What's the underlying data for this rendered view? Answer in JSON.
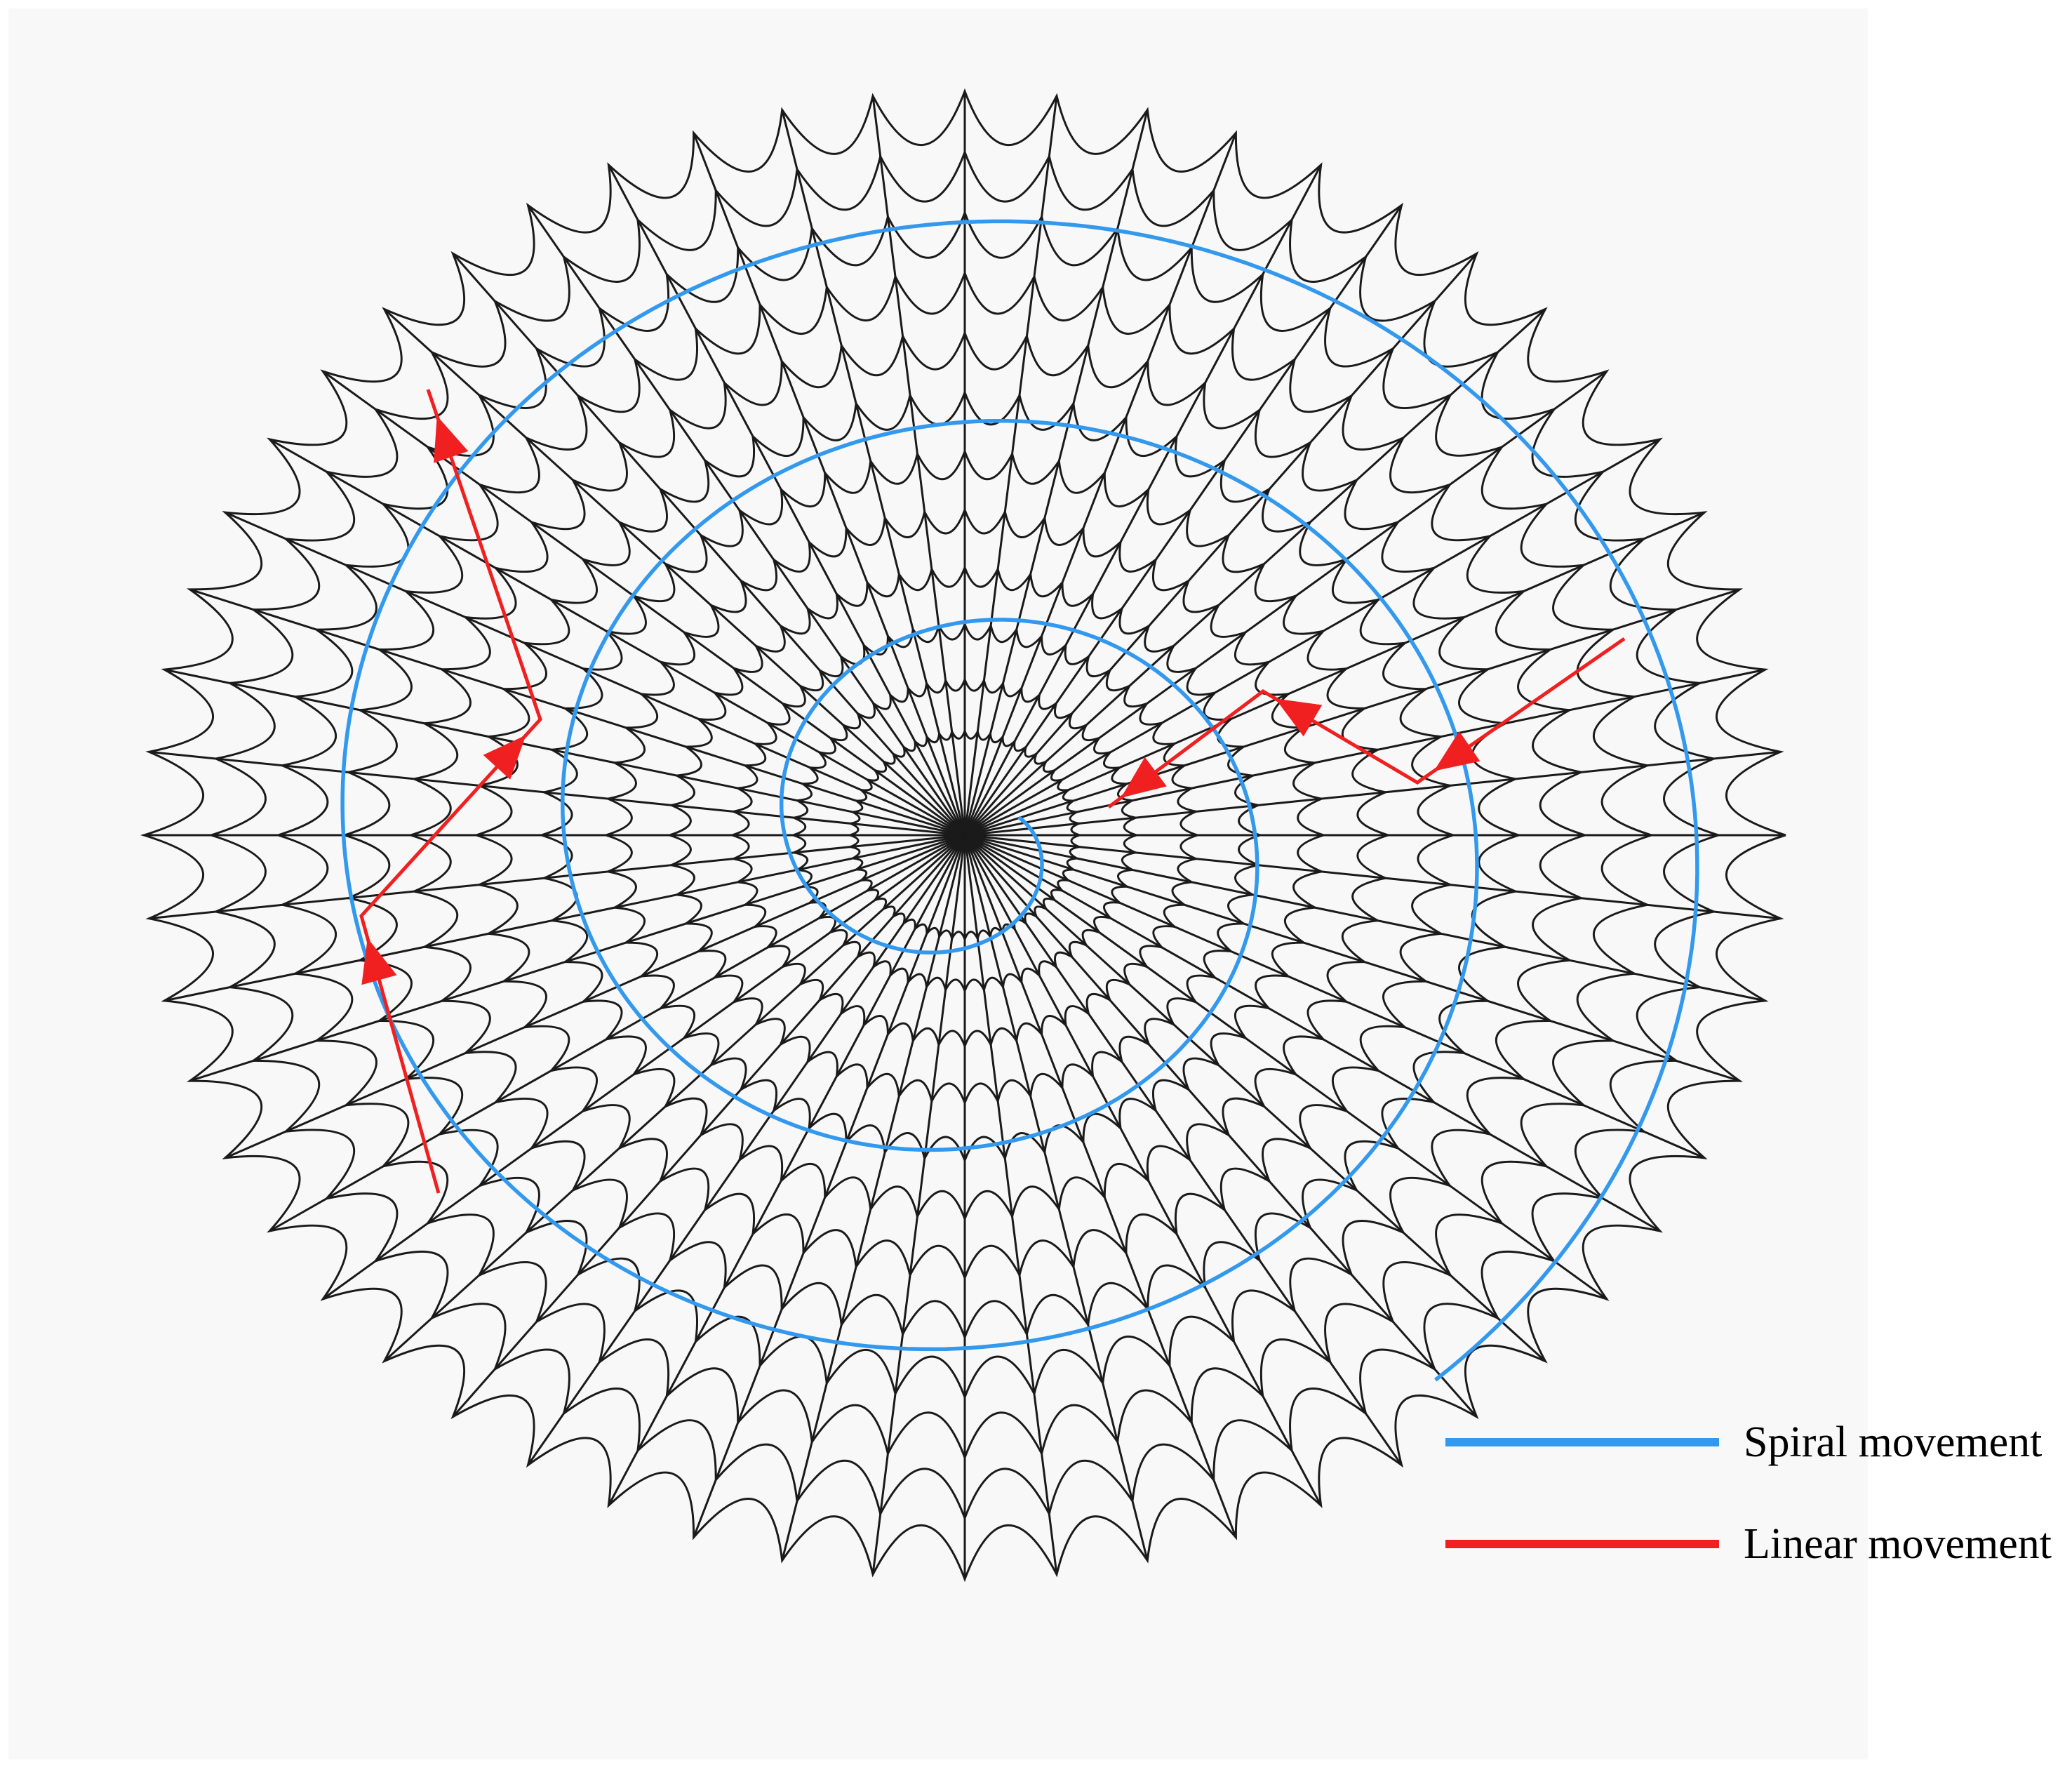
{
  "diagram": {
    "background_color": "#f8f8f8",
    "web_color": "#1a1a1a",
    "radial_thread_count": 56,
    "ring_count": 12,
    "spiral": {
      "color": "#3399ee",
      "turns": 3.2
    },
    "linear_paths": {
      "color": "#f02020",
      "paths": [
        {
          "name": "left-linear-path",
          "arrow_count": 3
        },
        {
          "name": "right-linear-path",
          "arrow_count": 3
        }
      ]
    }
  },
  "legend": {
    "items": [
      {
        "label": "Spiral movement",
        "color": "#3399ee"
      },
      {
        "label": "Linear movement",
        "color": "#f02020"
      }
    ]
  }
}
